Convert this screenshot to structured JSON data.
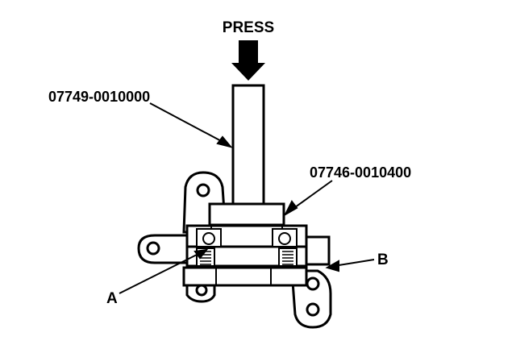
{
  "labels": {
    "press": "PRESS",
    "tool_driver": "07749-0010000",
    "tool_attachment": "07746-0010400",
    "callout_a": "A",
    "callout_b": "B"
  },
  "colors": {
    "ink": "#000000",
    "paper": "#ffffff"
  }
}
